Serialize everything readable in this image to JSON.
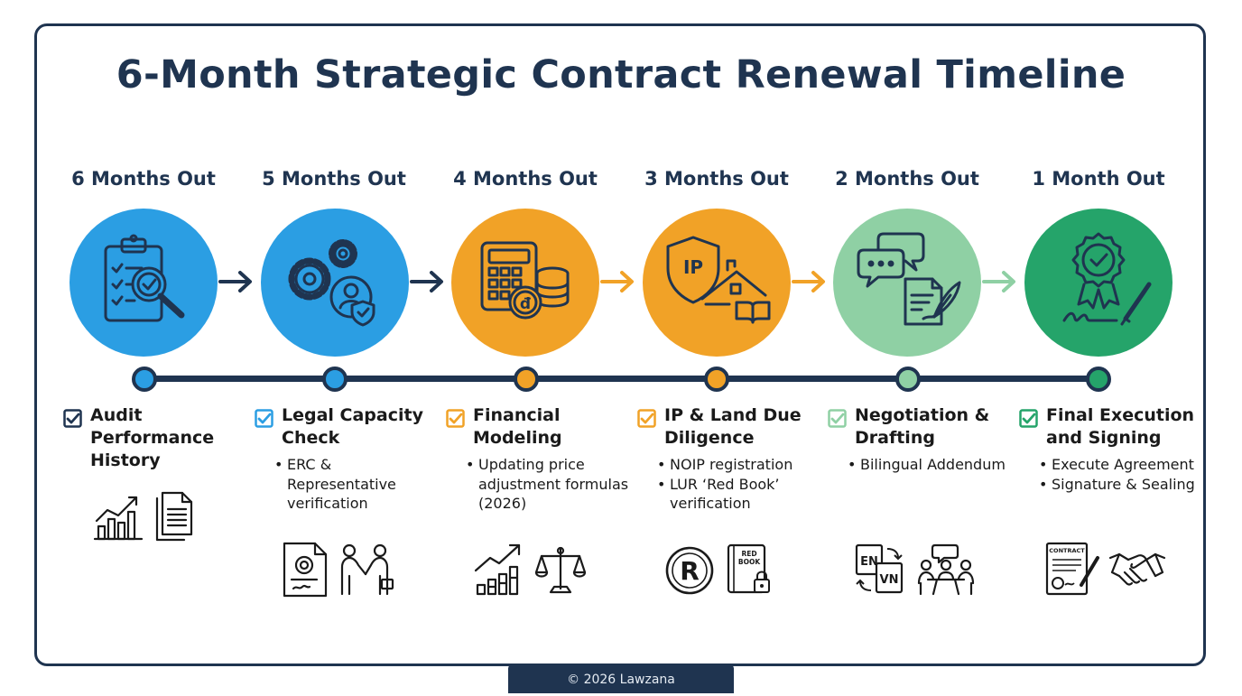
{
  "title": "6-Month Strategic Contract Renewal Timeline",
  "colors": {
    "navy": "#1f3450",
    "blue": "#2b9ee3",
    "orange": "#f1a227",
    "green_light": "#8fd0a4",
    "green_dark": "#25a46a"
  },
  "steps": [
    {
      "month": "6 Months Out",
      "title": "Audit Performance History",
      "bullets": [],
      "main_icon": "clipboard-magnifier-icon",
      "icons": [
        "growth-bar-chart-icon",
        "documents-icon"
      ]
    },
    {
      "month": "5 Months Out",
      "title": "Legal Capacity Check",
      "bullets": [
        "ERC & Representative verification"
      ],
      "main_icon": "gears-user-shield-icon",
      "icons": [
        "certificate-document-icon",
        "business-people-handshake-icon"
      ]
    },
    {
      "month": "4 Months Out",
      "title": "Financial Modeling",
      "bullets": [
        "Updating price adjustment formulas (2026)"
      ],
      "main_icon": "calculator-coins-icon",
      "coin_symbol": "đ",
      "icons": [
        "rising-chart-arrow-icon",
        "balance-scale-icon"
      ]
    },
    {
      "month": "3 Months Out",
      "title": "IP & Land Due Diligence",
      "bullets": [
        "NOIP registration",
        "LUR ‘Red Book’ verification"
      ],
      "main_icon": "ip-shield-house-book-icon",
      "shield_text": "IP",
      "icons": [
        "registered-mark-icon",
        "red-book-lock-icon"
      ],
      "red_book_text": "RED BOOK"
    },
    {
      "month": "2 Months Out",
      "title": "Negotiation & Drafting",
      "bullets": [
        "Bilingual Addendum"
      ],
      "main_icon": "chat-bubbles-document-quill-icon",
      "icons": [
        "en-vn-translate-icon",
        "meeting-table-icon"
      ],
      "lang_a": "EN",
      "lang_b": "VN"
    },
    {
      "month": "1 Month Out",
      "title": "Final Execution and Signing",
      "bullets": [
        "Execute Agreement",
        "Signature & Sealing"
      ],
      "main_icon": "award-ribbon-signature-pen-icon",
      "icons": [
        "signed-contract-icon",
        "handshake-icon"
      ],
      "contract_text": "CONTRACT"
    }
  ],
  "footer": "© 2026 Lawzana"
}
